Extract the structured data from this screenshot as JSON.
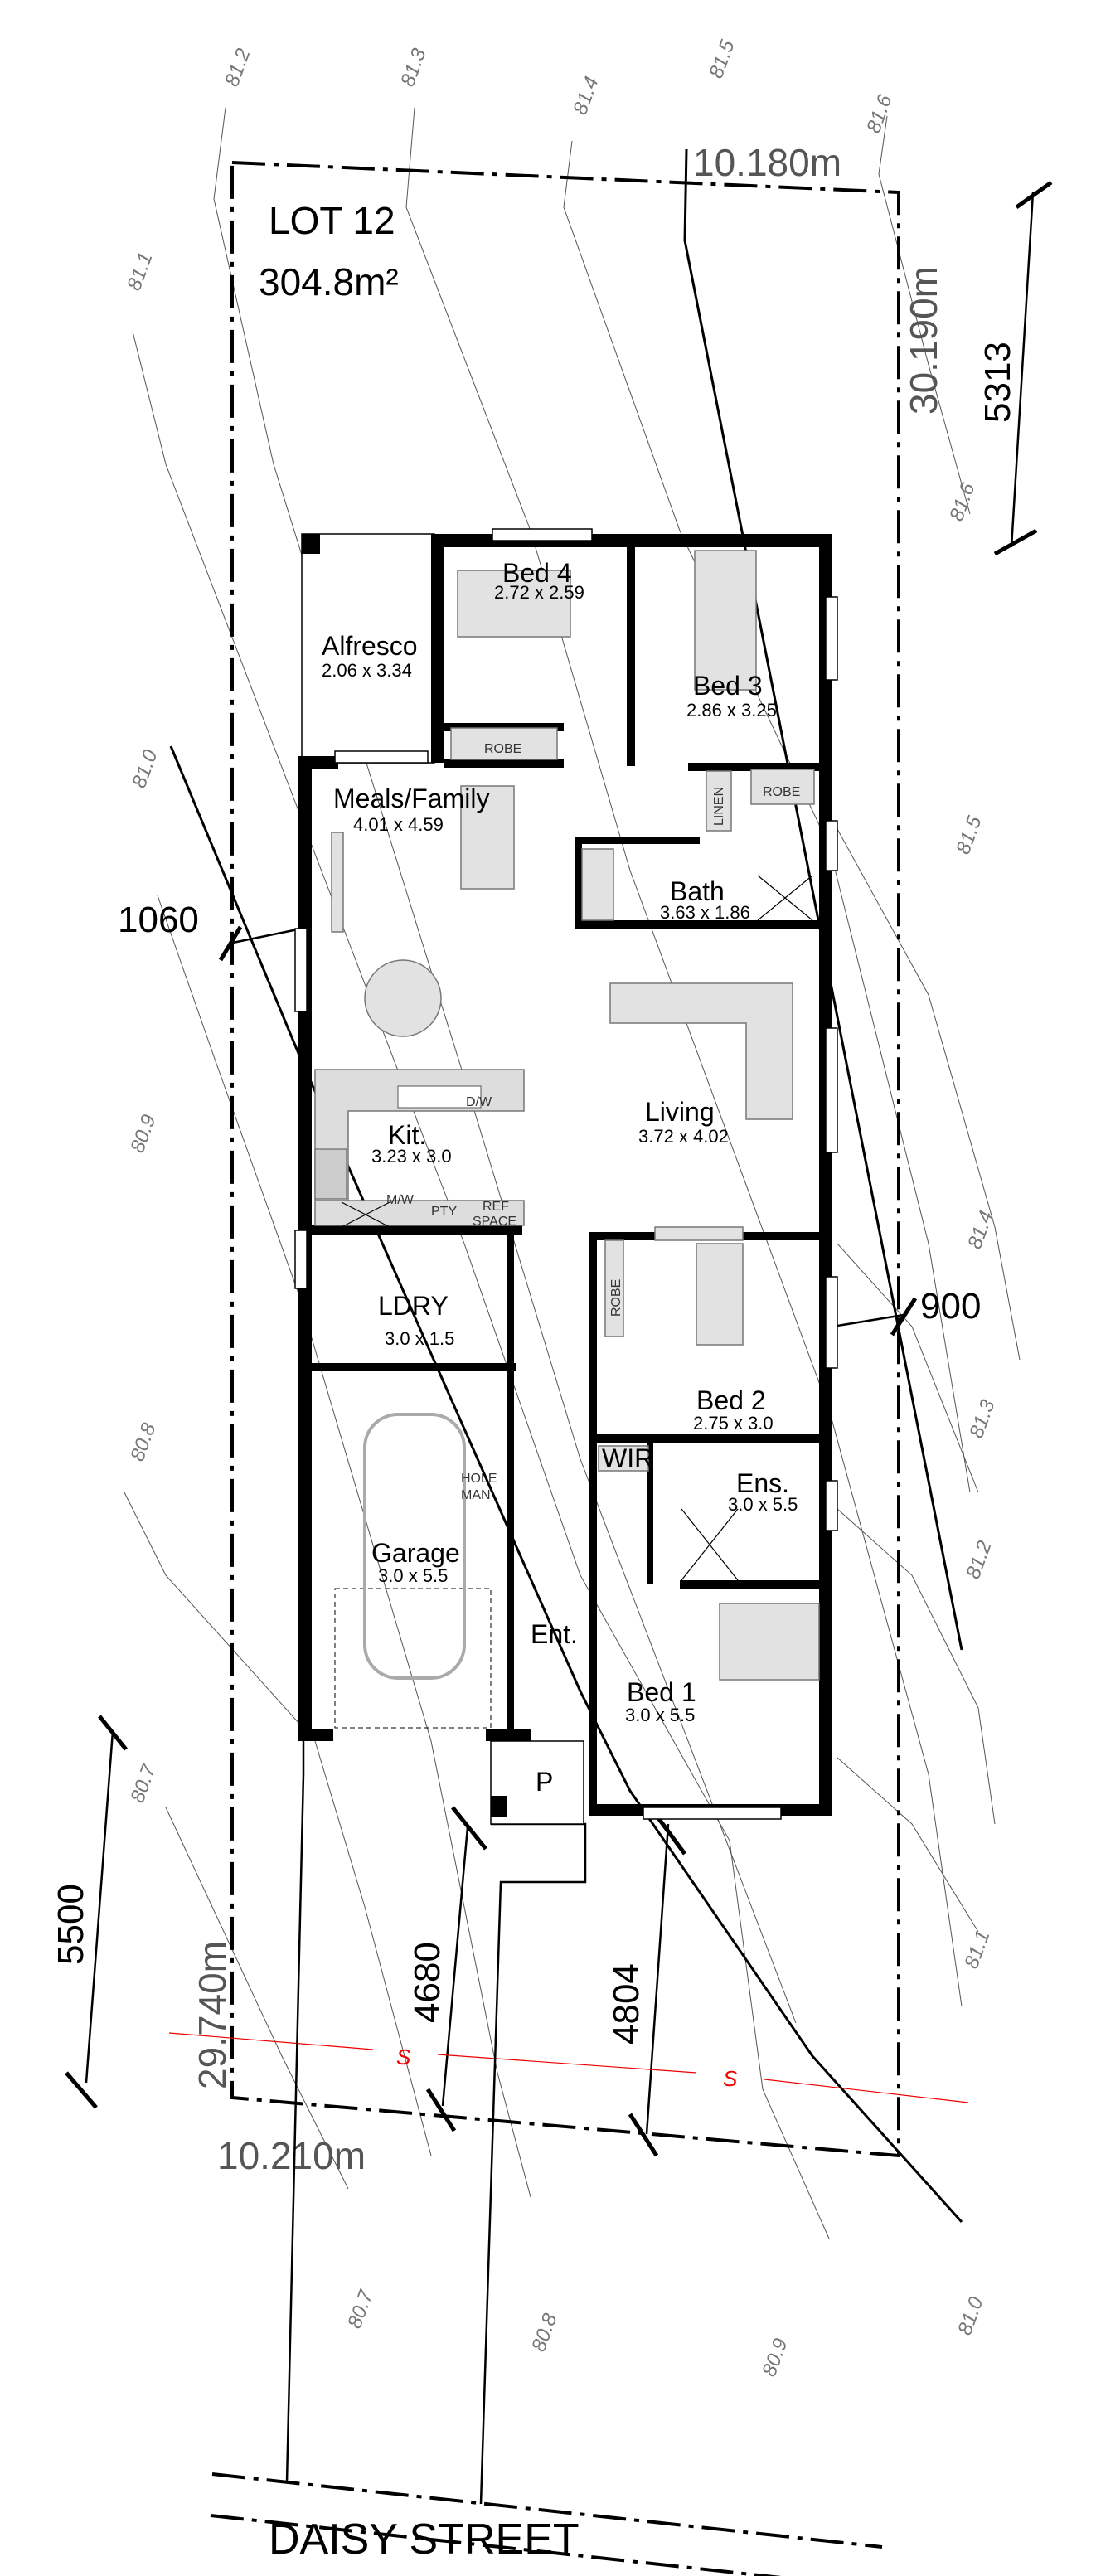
{
  "lot": {
    "name": "LOT 12",
    "area": "304.8m²"
  },
  "boundaries": {
    "top": "10.180m",
    "right": "30.190m",
    "left": "29.740m",
    "bottom": "10.210m"
  },
  "setbacks": {
    "rear": "5313",
    "side_left": "1060",
    "side_right": "900",
    "front_left": "5500",
    "garage": "4680",
    "house": "4804"
  },
  "contours": [
    "81.2",
    "81.3",
    "81.4",
    "81.5",
    "81.6",
    "81.1",
    "81.6",
    "81.5",
    "81.0",
    "81.4",
    "80.9",
    "81.3",
    "80.8",
    "81.2",
    "80.7",
    "81.1",
    "80.7",
    "80.8",
    "80.9",
    "81.0"
  ],
  "rooms": {
    "alfresco": {
      "name": "Alfresco",
      "size": "2.06 x 3.34"
    },
    "bed4": {
      "name": "Bed 4",
      "size": "2.72 x 2.59"
    },
    "bed3": {
      "name": "Bed 3",
      "size": "2.86 x 3.25"
    },
    "meals": {
      "name": "Meals/Family",
      "size": "4.01 x 4.59"
    },
    "bath": {
      "name": "Bath",
      "size": "3.63 x 1.86"
    },
    "living": {
      "name": "Living",
      "size": "3.72 x 4.02"
    },
    "kitchen": {
      "name": "Kit.",
      "size": "3.23 x 3.0"
    },
    "laundry": {
      "name": "LDRY",
      "size": "3.0 x 1.5"
    },
    "bed2": {
      "name": "Bed 2",
      "size": "2.75 x 3.0"
    },
    "garage": {
      "name": "Garage",
      "size": "3.0 x 5.5"
    },
    "wir": {
      "name": "WIR"
    },
    "ensuite": {
      "name": "Ens.",
      "size": "3.0 x 5.5"
    },
    "entry": {
      "name": "Ent."
    },
    "bed1": {
      "name": "Bed 1",
      "size": "3.0 x 5.5"
    },
    "porch": {
      "name": "P"
    }
  },
  "labels": {
    "robe": "ROBE",
    "linen": "LINEN",
    "dw": "D/W",
    "mw": "M/W",
    "pty": "PTY",
    "ref1": "REF",
    "ref2": "SPACE",
    "hole1": "HOLE",
    "hole2": "MAN",
    "sewer": "S"
  },
  "street": "DAISY STREET"
}
